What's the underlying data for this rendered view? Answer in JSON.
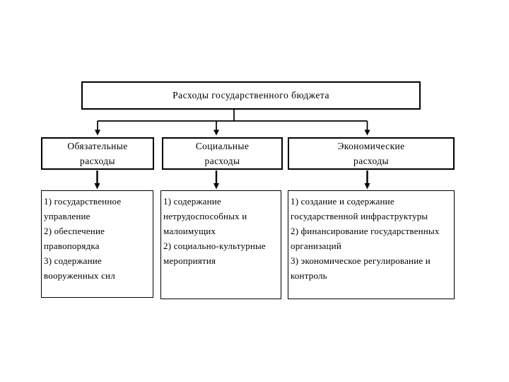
{
  "canvas": {
    "background": "#ffffff",
    "line_color": "#000000",
    "text_color": "#000000"
  },
  "diagram": {
    "root": {
      "label": "Расходы государственного бюджета"
    },
    "branches": [
      {
        "label_lines": [
          "Обязательные",
          "расходы"
        ],
        "items": [
          "1) государственное\nуправление",
          "2) обеспечение\nправопорядка",
          "3) содержание\nвооруженных сил"
        ]
      },
      {
        "label_lines": [
          "Социальные",
          "расходы"
        ],
        "items": [
          "1) содержание\nнетрудоспособных и\nмалоимущих",
          "2) социально-культурные\nмероприятия"
        ]
      },
      {
        "label_lines": [
          "Экономические",
          "расходы"
        ],
        "items": [
          "1) создание и содержание\nгосударственной инфраструктуры",
          "2) финансирование государственных\nорганизаций",
          "3) экономическое регулирование и\nконтроль"
        ]
      }
    ]
  }
}
